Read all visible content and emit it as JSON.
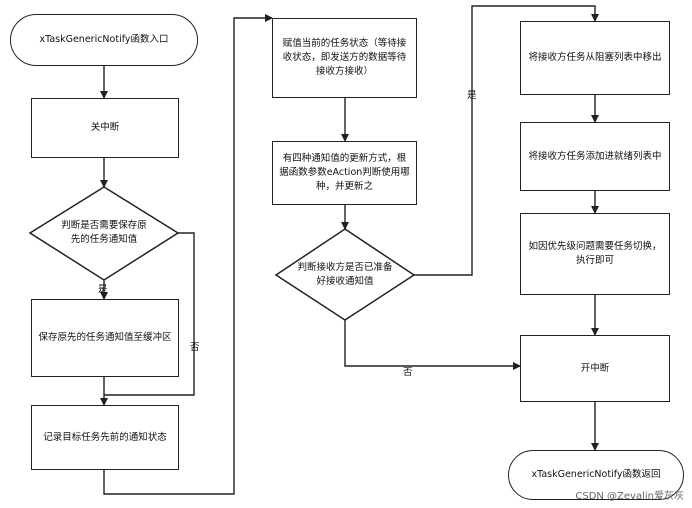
{
  "nodes": {
    "start": "xTaskGenericNotify函数入口",
    "disable_interrupts": "关中断",
    "decision_save": "判断是否需要保存原先的任务通知值",
    "save_old": "保存原先的任务通知值至缓冲区",
    "record_state": "记录目标任务先前的通知状态",
    "assign_state": "赋值当前的任务状态（等待接收状态，即发送方的数据等待接收方接收）",
    "update_modes": "有四种通知值的更新方式，根据函数参数eAction判断使用哪种，并更新之",
    "decision_waiting": "判断接收方是否已准备好接收通知值",
    "remove_blocked": "将接收方任务从阻塞列表中移出",
    "add_ready": "将接收方任务添加进就绪列表中",
    "priority_switch": "如因优先级问题需要任务切换，执行即可",
    "enable_interrupts": "开中断",
    "end": "xTaskGenericNotify函数返回"
  },
  "edge_labels": {
    "save_yes": "是",
    "save_no": "否",
    "waiting_yes": "是",
    "waiting_no": "否"
  },
  "watermark": "CSDN @Zevalin爱灰灰"
}
